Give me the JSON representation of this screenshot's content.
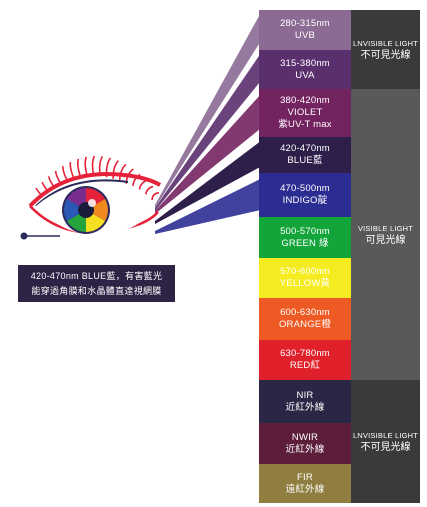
{
  "bands": [
    {
      "key": "uvb",
      "lines": [
        "280-315nm",
        "UVB"
      ],
      "color": "#8b6a93"
    },
    {
      "key": "uva",
      "lines": [
        "315-380nm",
        "UVA"
      ],
      "color": "#5a2f6e"
    },
    {
      "key": "violet",
      "lines": [
        "380-420nm",
        "VIOLET",
        "紫UV-T max"
      ],
      "color": "#732360"
    },
    {
      "key": "blue",
      "lines": [
        "420-470nm",
        "BLUE藍"
      ],
      "color": "#2d1e4a"
    },
    {
      "key": "indigo",
      "lines": [
        "470-500nm",
        "INDIGO靛"
      ],
      "color": "#2c2d92"
    },
    {
      "key": "green",
      "lines": [
        "500-570nm",
        "GREEN 綠"
      ],
      "color": "#13a43a"
    },
    {
      "key": "yellow",
      "lines": [
        "570-600nm",
        "YELLOW黃"
      ],
      "color": "#f4ec21"
    },
    {
      "key": "orange",
      "lines": [
        "600-630nm",
        "ORANGE橙"
      ],
      "color": "#ee5a23"
    },
    {
      "key": "red",
      "lines": [
        "630-780nm",
        "RED紅"
      ],
      "color": "#e0202a"
    },
    {
      "key": "nir",
      "lines": [
        "NIR",
        "近紅外線"
      ],
      "color": "#2a2645"
    },
    {
      "key": "nwir",
      "lines": [
        "NWIR",
        "近紅外線"
      ],
      "color": "#5c1e3a"
    },
    {
      "key": "fir",
      "lines": [
        "FIR",
        "遠紅外線"
      ],
      "color": "#8f7e3f"
    }
  ],
  "groups": [
    {
      "key": "invisible-top",
      "en": "LNVISIBLE LIGHT",
      "zh": "不可見光線",
      "color": "#3a3a3a"
    },
    {
      "key": "visible",
      "en": "VISIBLE LIGHT",
      "zh": "可見光線",
      "color": "#595959"
    },
    {
      "key": "invisible-bottom",
      "en": "LNVISIBLE LIGHT",
      "zh": "不可見光線",
      "color": "#3a3a3a"
    }
  ],
  "caption": {
    "line1": "420-470nm BLUE藍，有害藍光",
    "line2": "能穿過角膜和水晶體直達視網膜"
  },
  "eye": {
    "lash_color": "#e6213a",
    "outline_color": "#2a2a5a",
    "pointer_color": "#2a2a5a"
  }
}
